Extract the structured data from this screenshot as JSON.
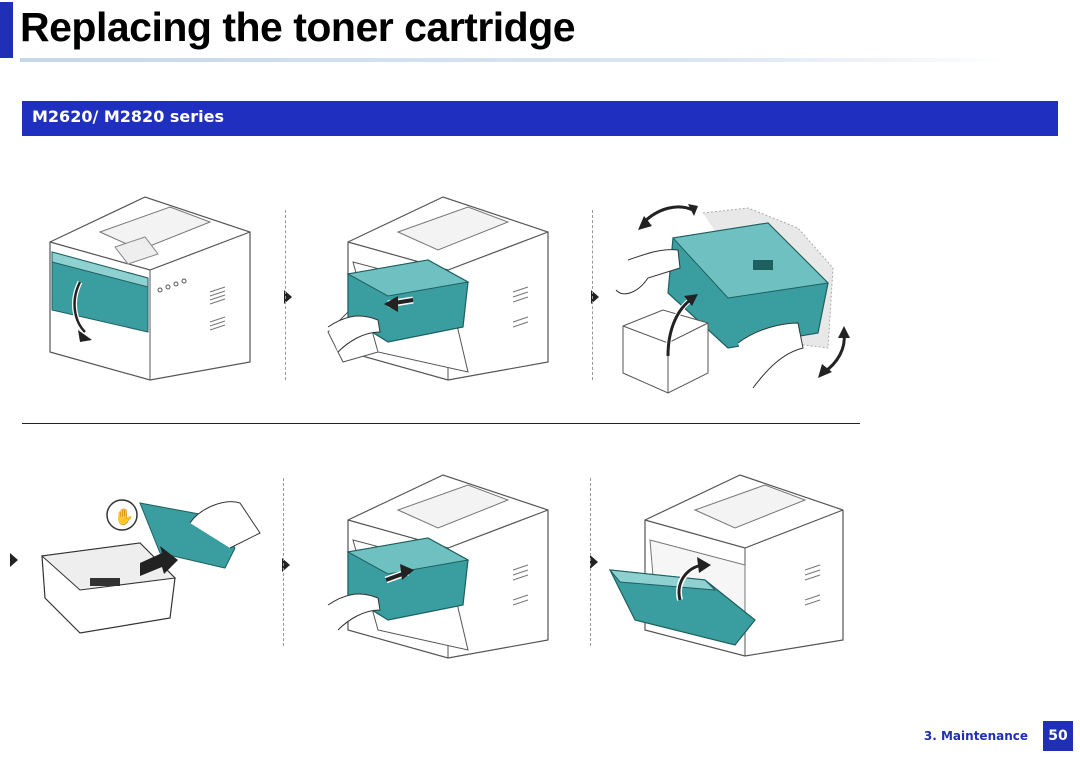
{
  "page": {
    "title": "Replacing the toner cartridge",
    "section_heading": "M2620/ M2820 series",
    "accent_color": "#1f2fb6",
    "toner_color": "#3a9ea0"
  },
  "steps": [
    {
      "illustration": "open-front-cover"
    },
    {
      "illustration": "pull-out-cartridge"
    },
    {
      "illustration": "unpack-and-shake-new-cartridge"
    },
    {
      "illustration": "remove-protective-cover"
    },
    {
      "illustration": "insert-cartridge"
    },
    {
      "illustration": "close-front-cover"
    }
  ],
  "footer": {
    "chapter": "3. Maintenance",
    "page_number": "50"
  }
}
